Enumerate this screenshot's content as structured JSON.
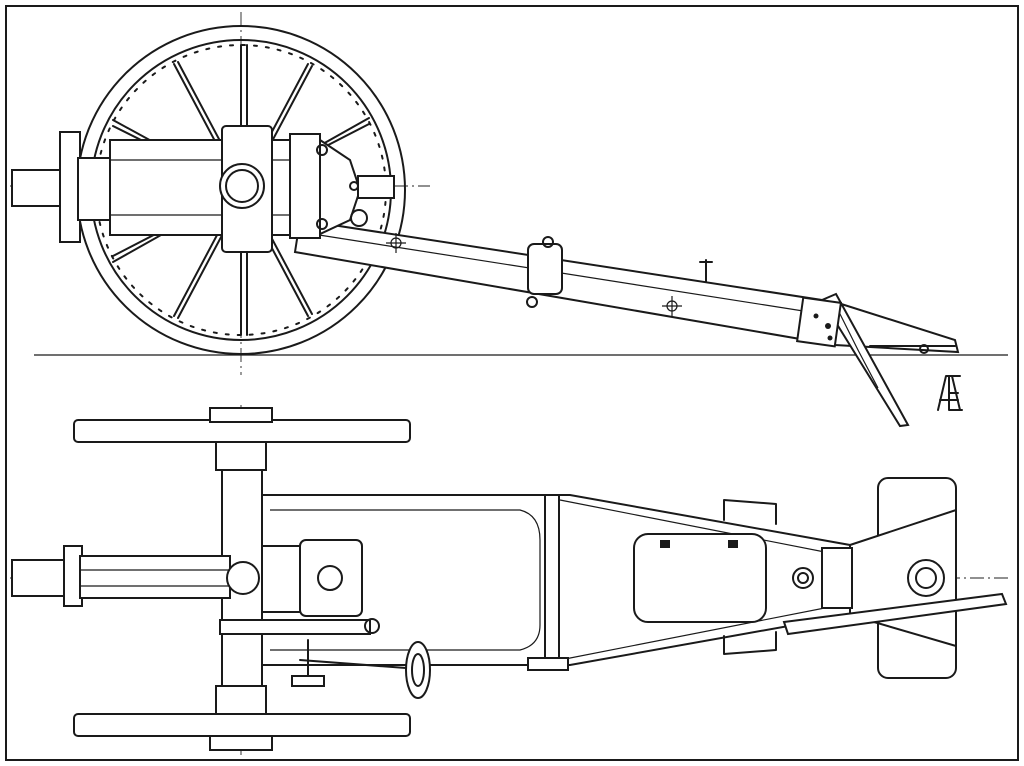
{
  "drawing": {
    "views": [
      "side-elevation",
      "plan-view"
    ],
    "border": true
  },
  "logo": {
    "text": "AE"
  },
  "colors": {
    "ink": "#1a1a1a",
    "paper": "#ffffff"
  }
}
